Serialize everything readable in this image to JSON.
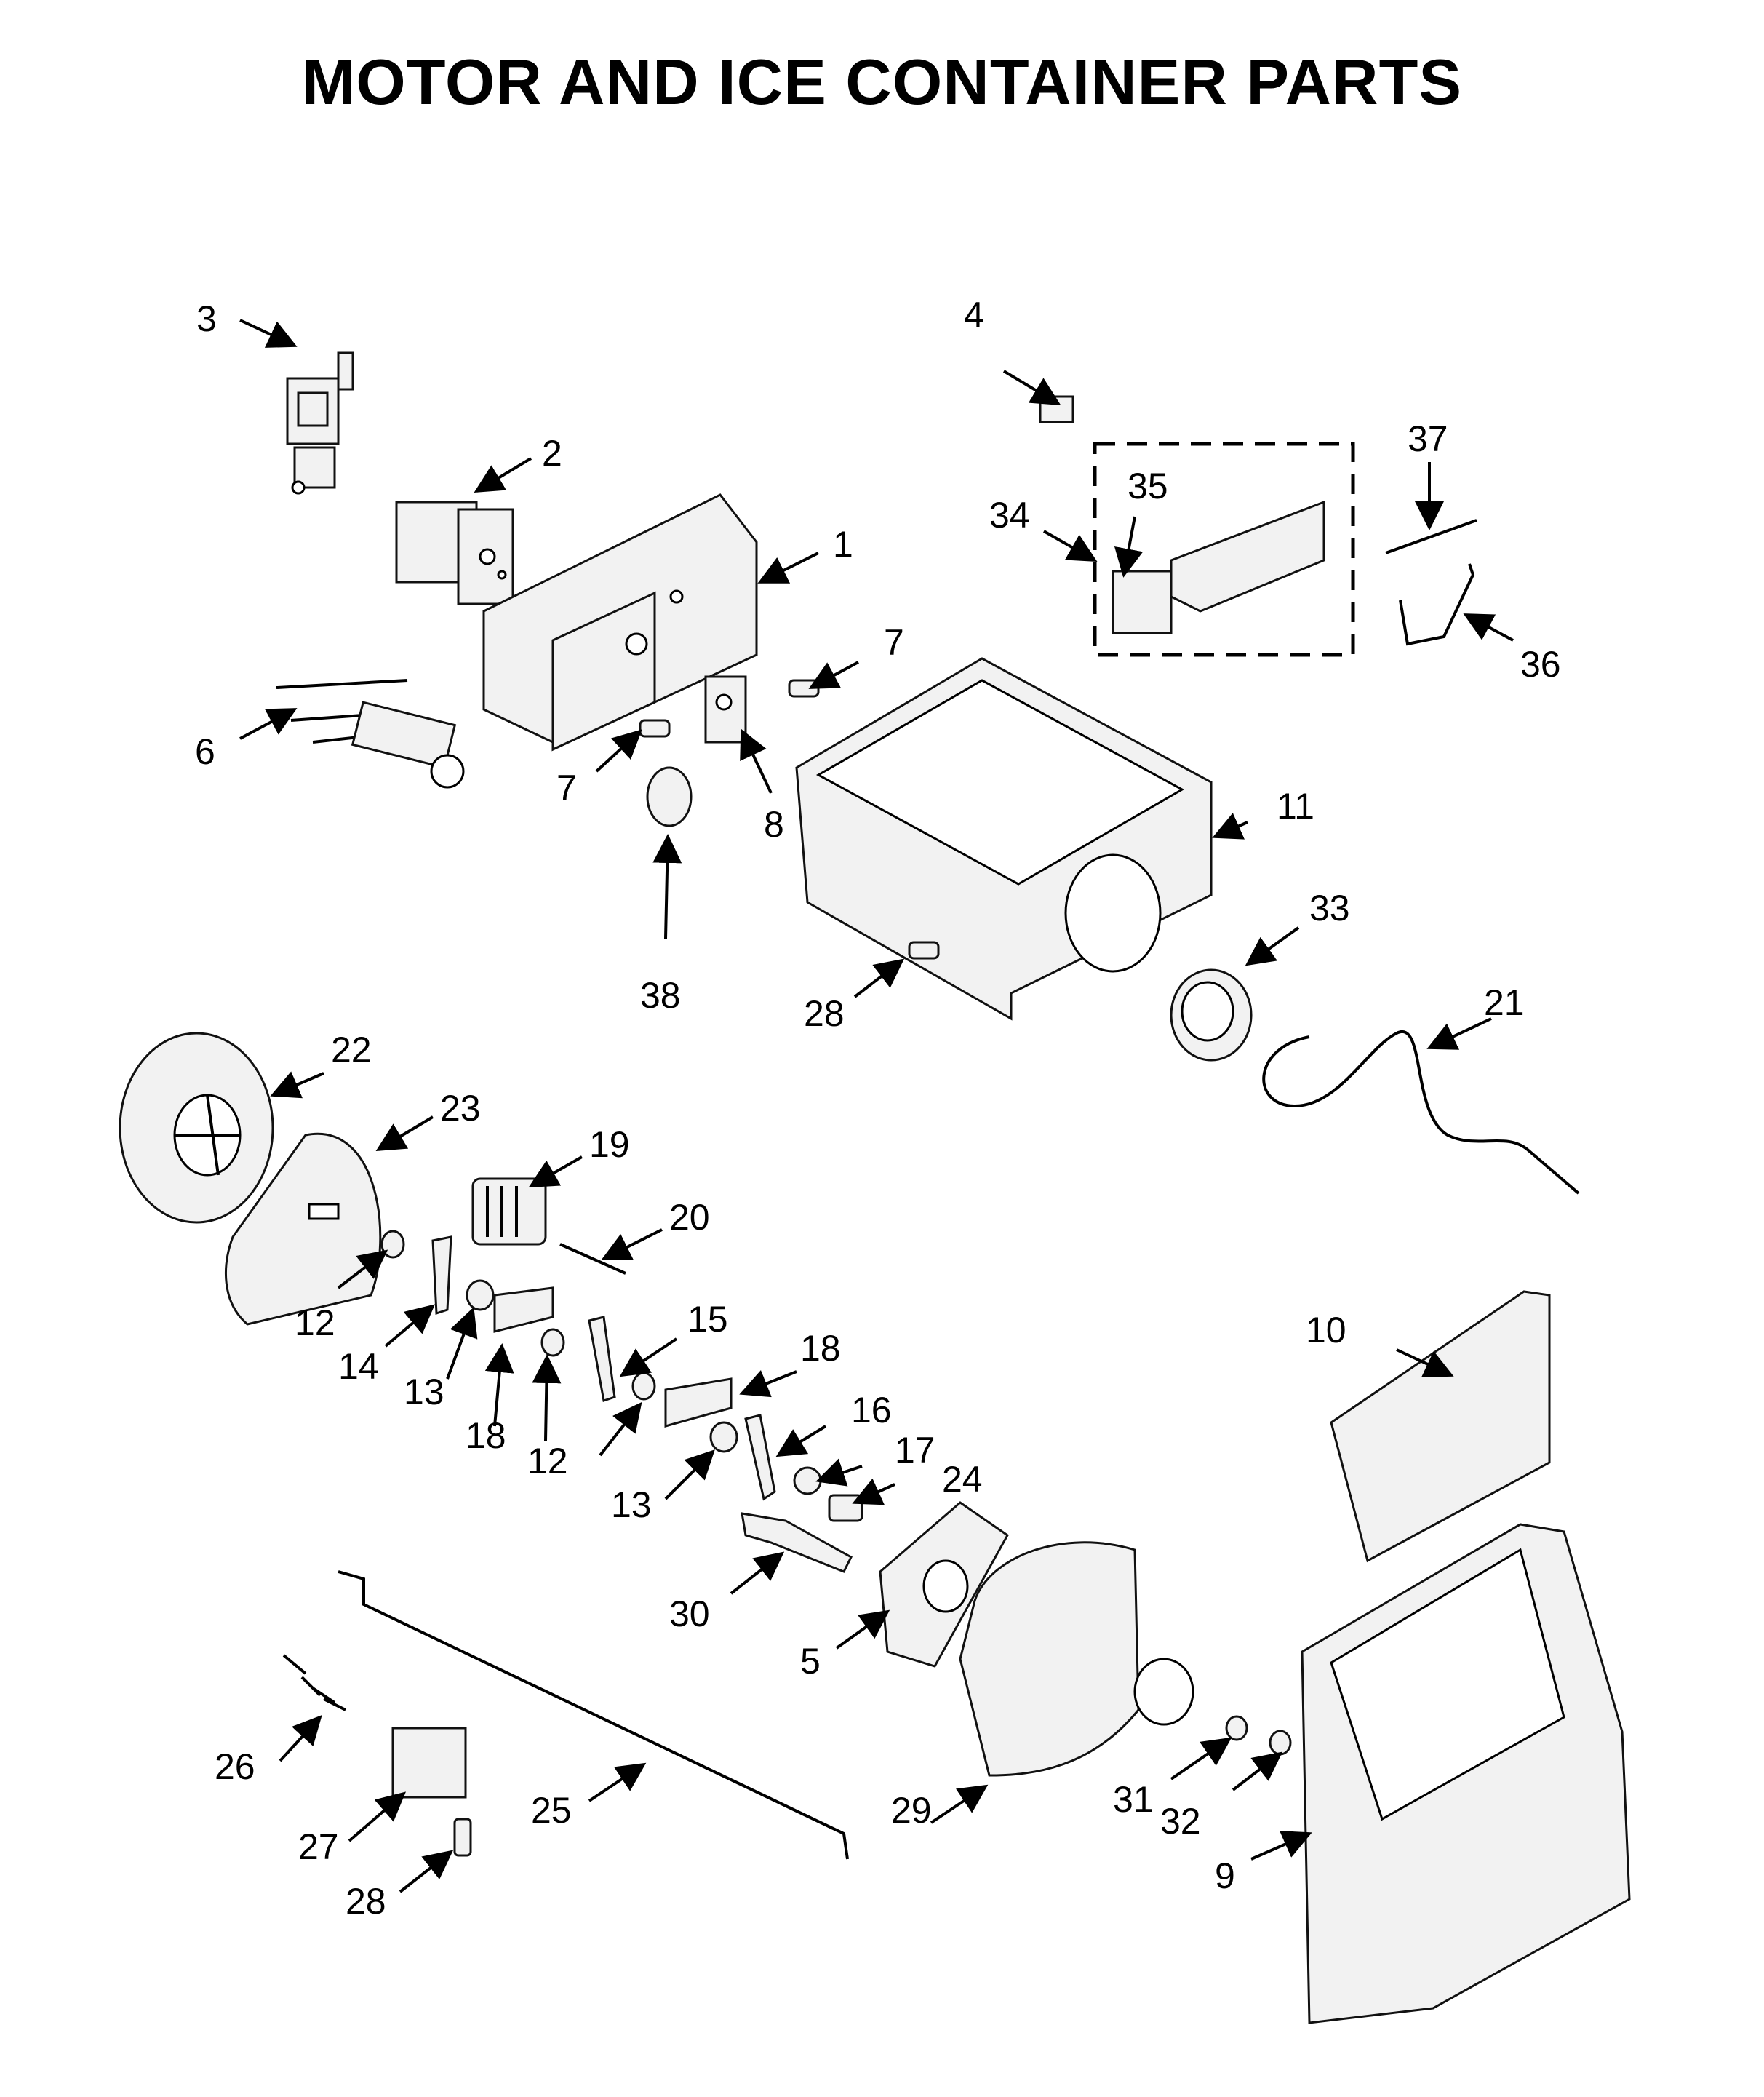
{
  "title": "MOTOR AND ICE CONTAINER PARTS",
  "callouts": [
    "1",
    "2",
    "3",
    "4",
    "5",
    "6",
    "7",
    "7",
    "8",
    "9",
    "10",
    "11",
    "12",
    "12",
    "13",
    "13",
    "14",
    "15",
    "16",
    "17",
    "18",
    "18",
    "19",
    "20",
    "21",
    "22",
    "23",
    "24",
    "25",
    "26",
    "27",
    "28",
    "28",
    "29",
    "30",
    "31",
    "32",
    "33",
    "34",
    "35",
    "36",
    "37",
    "38"
  ]
}
